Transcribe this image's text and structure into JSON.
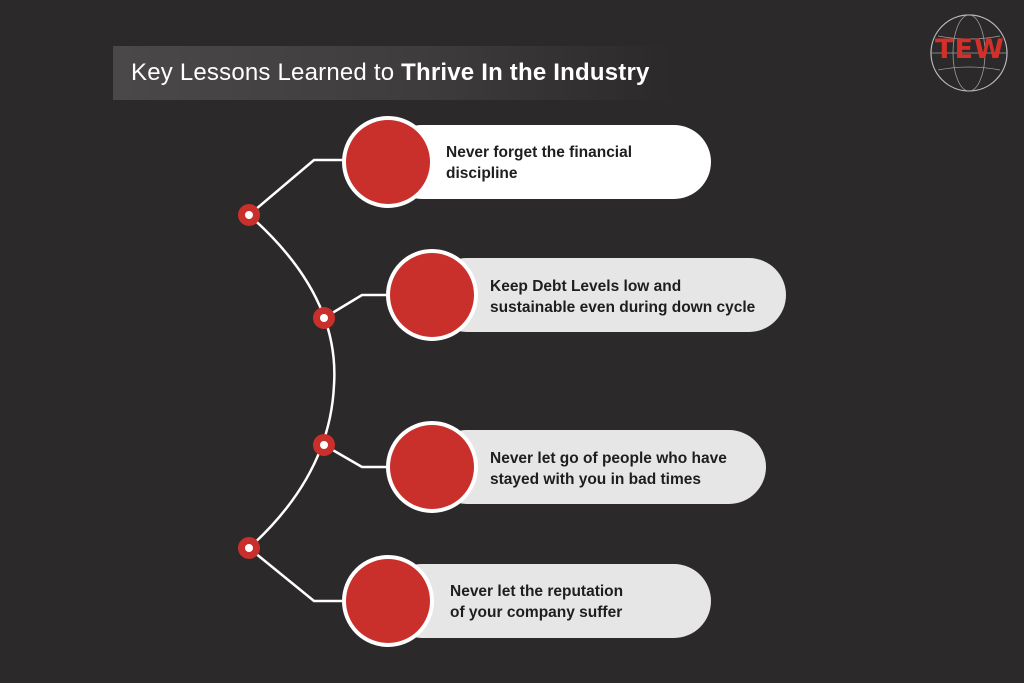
{
  "title": {
    "part1": "Key Lessons Learned to ",
    "part2": "Thrive In the Industry"
  },
  "logo": {
    "text": "TEW",
    "icon": "globe-icon",
    "color": "#d4302a"
  },
  "lessons": [
    {
      "text": "Never forget the financial\ndiscipline"
    },
    {
      "text": "Keep Debt Levels low and\nsustainable even during down cycle"
    },
    {
      "text": "Never let go of people who have\nstayed with you in bad times"
    },
    {
      "text": "Never let the reputation\nof your company suffer"
    }
  ],
  "colors": {
    "background": "#2b2929",
    "accent": "#c9302c",
    "pill": "#ffffff",
    "pill_alt": "#e6e6e6"
  }
}
